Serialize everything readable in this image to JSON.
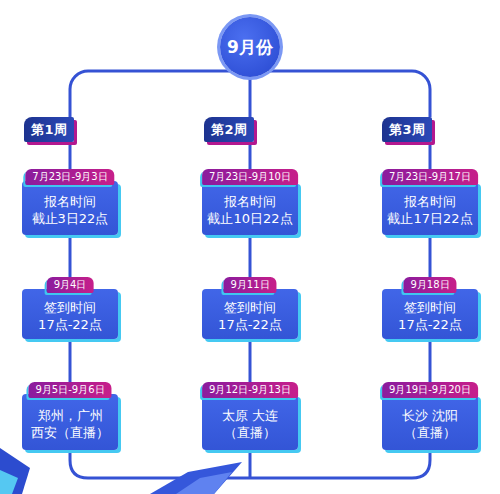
{
  "diagram": {
    "nodes": [
      {
        "text": [
          "9月份"
        ]
      },
      {
        "text": [
          "第1周"
        ]
      },
      {
        "text": [
          "第2周"
        ]
      },
      {
        "text": [
          "第3周"
        ]
      },
      {
        "text": [
          "7月23日-9月3日",
          "报名时间 截止3日22点"
        ]
      },
      {
        "text": [
          "7月23日-9月10日",
          "报名时间 截止10日22点"
        ]
      },
      {
        "text": [
          "7月23日-9月17日",
          "报名时间 截止17日22点"
        ]
      },
      {
        "text": [
          "9月4日",
          "签到时间 17点-22点"
        ]
      },
      {
        "text": [
          "9月11日",
          "签到时间 17点-22点"
        ]
      },
      {
        "text": [
          "9月18日",
          "签到时间 17点-22点"
        ]
      },
      {
        "text": [
          "9月5日-9月6日",
          "郑州，广州 西安（直播）"
        ]
      },
      {
        "text": [
          "9月12日-9月13日",
          "太原 大连（直播）"
        ]
      },
      {
        "text": [
          "9月19日-9月20日",
          "长沙 沈阳（直播）"
        ]
      }
    ],
    "edges": [
      {
        "from": 0,
        "to": 1,
        "arrow": "none"
      },
      {
        "from": 0,
        "to": 2,
        "arrow": "none"
      },
      {
        "from": 0,
        "to": 3,
        "arrow": "none"
      },
      {
        "from": 1,
        "to": 4,
        "arrow": "none"
      },
      {
        "from": 2,
        "to": 5,
        "arrow": "none"
      },
      {
        "from": 3,
        "to": 6,
        "arrow": "none"
      },
      {
        "from": 4,
        "to": 7,
        "arrow": "none"
      },
      {
        "from": 5,
        "to": 8,
        "arrow": "none"
      },
      {
        "from": 6,
        "to": 9,
        "arrow": "none"
      },
      {
        "from": 7,
        "to": 10,
        "arrow": "none"
      },
      {
        "from": 8,
        "to": 11,
        "arrow": "none"
      },
      {
        "from": 9,
        "to": 12,
        "arrow": "none"
      }
    ]
  }
}
